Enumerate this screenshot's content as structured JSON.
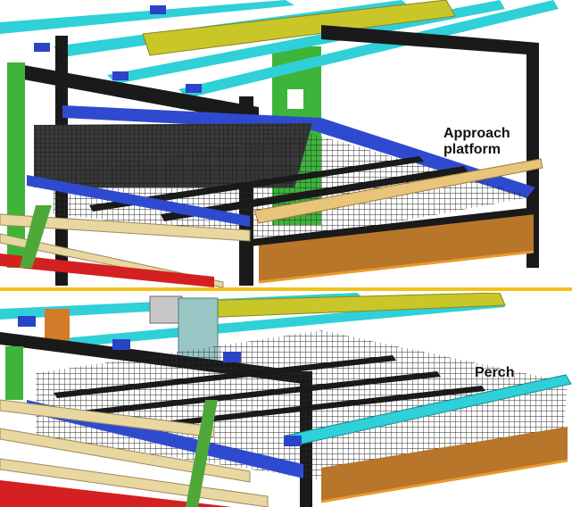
{
  "figure": {
    "top_panel": {
      "label_lines": [
        "Approach",
        "platform"
      ]
    },
    "bottom_panel": {
      "label": "Perch"
    },
    "divider_color": "#f2c21b",
    "colors": {
      "frame": "#1a1a1a",
      "cyan_rail": "#2fd0d8",
      "blue_bracket": "#2e4bd0",
      "olive_rail": "#c9c62a",
      "green_post": "#3db53a",
      "tan_bar": "#e8d7a0",
      "red_bar": "#d42020",
      "wire_mesh": "#2a2a2a",
      "orange_panel": "#b8762a"
    }
  }
}
